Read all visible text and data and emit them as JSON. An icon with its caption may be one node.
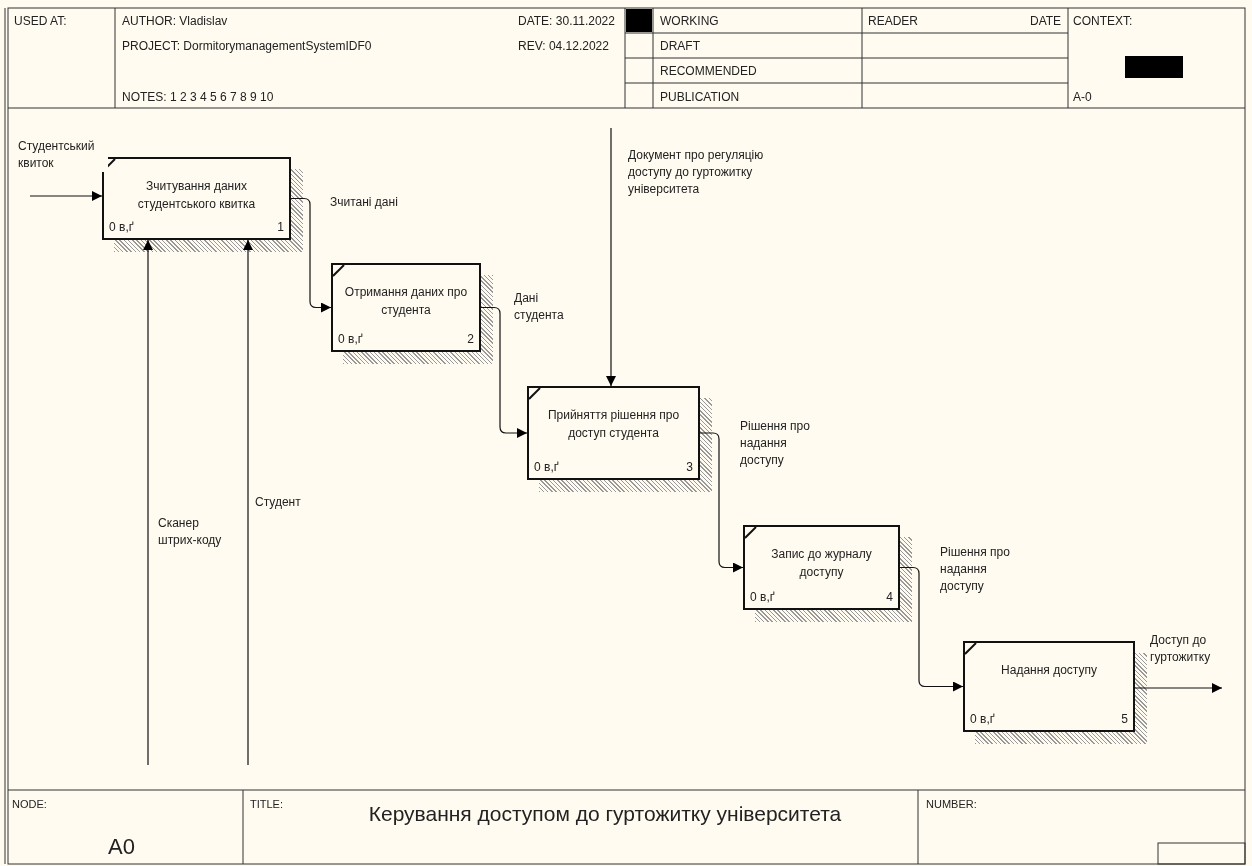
{
  "diagram": {
    "title": "Керування доступом до гуртожитку університета",
    "nodes": [
      {
        "text": [
          "Зчитування даних студентського квитка",
          "0 в,ґ",
          "1"
        ]
      },
      {
        "text": [
          "Отримання даних про студента",
          "0 в,ґ",
          "2"
        ]
      },
      {
        "text": [
          "Прийняття рішення про доступ студента",
          "0 в,ґ",
          "3"
        ]
      },
      {
        "text": [
          "Запис до журналу доступу",
          "0 в,ґ",
          "4"
        ]
      },
      {
        "text": [
          "Надання доступу",
          "0 в,ґ",
          "5"
        ]
      }
    ],
    "edges": [
      {
        "from": null,
        "to": 0,
        "arrow": "to",
        "label": "Студентський квиток"
      },
      {
        "from": 0,
        "to": 1,
        "arrow": "to",
        "label": "Зчитані дані"
      },
      {
        "from": 1,
        "to": 2,
        "arrow": "to",
        "label": "Дані студента"
      },
      {
        "from": 2,
        "to": 3,
        "arrow": "to",
        "label": "Рішення про надання доступу"
      },
      {
        "from": 3,
        "to": 4,
        "arrow": "to",
        "label": "Рішення про надання доступу"
      },
      {
        "from": 4,
        "to": null,
        "arrow": "to",
        "label": "Доступ до гуртожитку"
      },
      {
        "from": null,
        "to": 2,
        "arrow": "to",
        "label": "Документ про регуляцію доступу до гуртожитку університета"
      },
      {
        "from": null,
        "to": 0,
        "arrow": "to",
        "label": "Сканер штрих-коду"
      },
      {
        "from": null,
        "to": 0,
        "arrow": "to",
        "label": "Студент"
      }
    ],
    "labels": [
      "USED AT:",
      "AUTHOR: Vladislav",
      "DATE: 30.11.2022",
      "WORKING",
      "READER",
      "DATE",
      "CONTEXT:",
      "PROJECT: DormitorymanagementSystemIDF0",
      "REV: 04.12.2022",
      "DRAFT",
      "RECOMMENDED",
      "NOTES: 1 2 3 4 5 6 7 8 9 10",
      "PUBLICATION",
      "A-0",
      "NODE:",
      "TITLE:",
      "NUMBER:",
      "A0"
    ]
  }
}
